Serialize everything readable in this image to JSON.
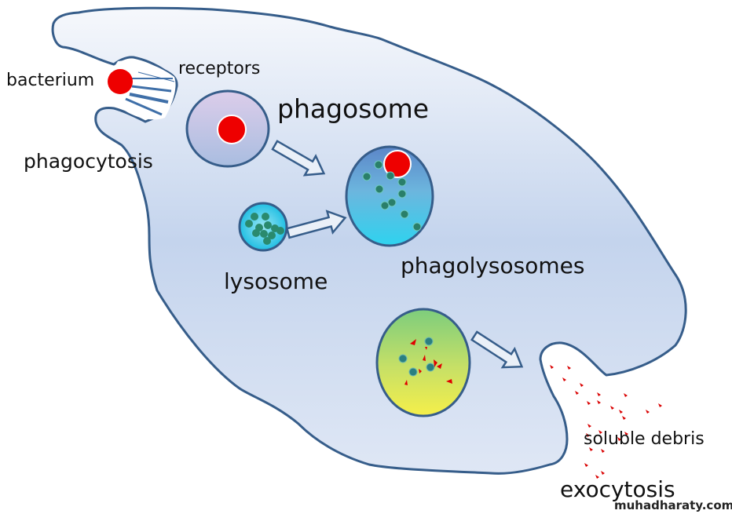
{
  "labels": {
    "bacterium": "bacterium",
    "receptors": "receptors",
    "phagocytosis": "phagocytosis",
    "phagosome": "phagosome",
    "lysosome": "lysosome",
    "phagolysosomes": "phagolysosomes",
    "soluble_debris": "soluble debris",
    "exocytosis": "exocytosis"
  },
  "watermark": "muhadharaty.com",
  "colors": {
    "cell_fill_top": "#f4f7fc",
    "cell_fill_mid": "#c3d3ec",
    "cell_fill_bottom": "#dde6f5",
    "outline": "#365d8a",
    "bacterium": "#ee0000",
    "granule": "#2e7d6b",
    "debris": "#dd0000",
    "phagosome_fill": "#d6c8e6",
    "lysosome_fill": "#36c8e6",
    "digest_vacuole_top": "#7fce7a",
    "digest_vacuole_bottom": "#f2ee50"
  }
}
